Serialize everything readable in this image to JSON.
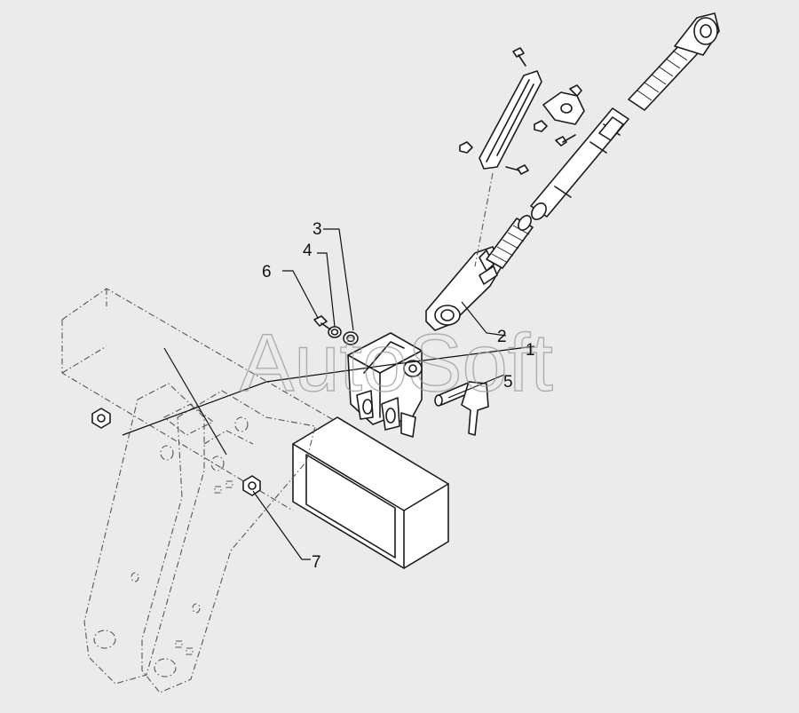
{
  "watermark": "AutoSoft",
  "callouts": [
    {
      "id": "1",
      "label": "1"
    },
    {
      "id": "2",
      "label": "2"
    },
    {
      "id": "3",
      "label": "3"
    },
    {
      "id": "4",
      "label": "4"
    },
    {
      "id": "5",
      "label": "5"
    },
    {
      "id": "6",
      "label": "6"
    },
    {
      "id": "7",
      "label": "7"
    }
  ],
  "colors": {
    "background": "#ebebeb",
    "line": "#1c1c1c",
    "fill": "#ffffff"
  }
}
